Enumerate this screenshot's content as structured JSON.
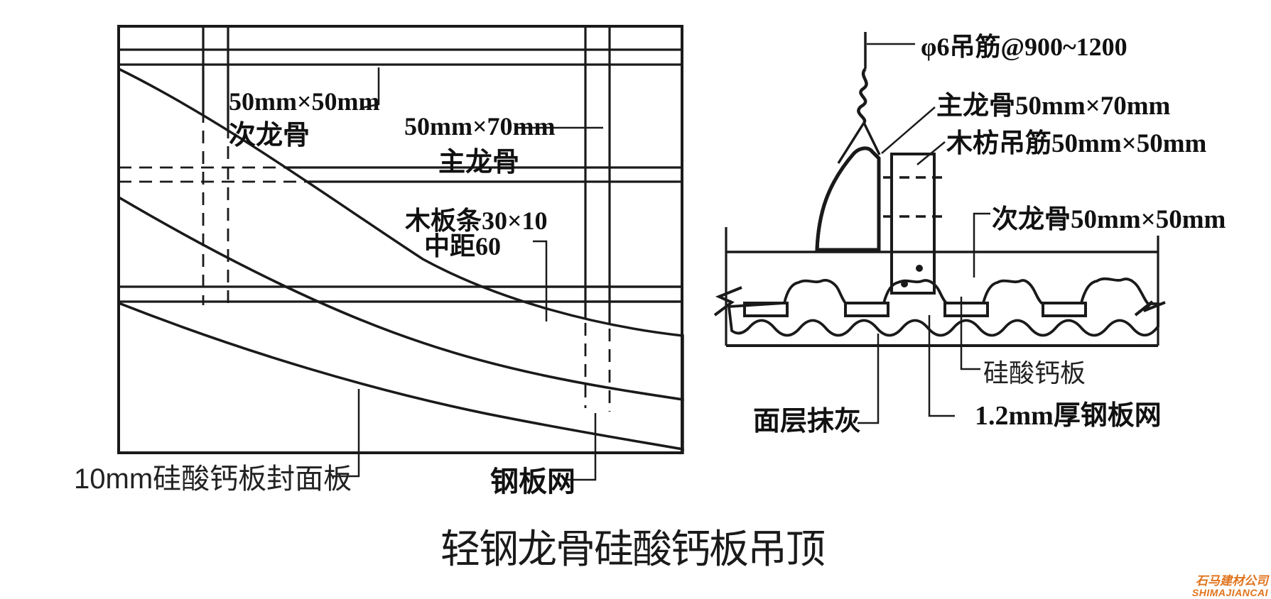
{
  "title": "轻钢龙骨硅酸钙板吊顶",
  "left_diagram": {
    "labels": {
      "secondary_keel_size": "50mm×50mm",
      "secondary_keel_name": "次龙骨",
      "main_keel_size": "50mm×70mm",
      "main_keel_name": "主龙骨",
      "wood_strip_line1": "木板条30×10",
      "wood_strip_line2": "中距60",
      "face_panel": "10mm硅酸钙板封面板",
      "steel_mesh": "钢板网"
    }
  },
  "right_diagram": {
    "labels": {
      "hanger_rod": "φ6吊筋@900~1200",
      "main_keel": "主龙骨50mm×70mm",
      "wood_hanger": "木枋吊筋50mm×50mm",
      "secondary_keel": "次龙骨50mm×50mm",
      "calcium_silicate_board": "硅酸钙板",
      "surface_plaster": "面层抹灰",
      "steel_mesh": "1.2mm厚钢板网"
    }
  },
  "watermark": {
    "company_cn": "石马建材公司",
    "company_en": "SHIMAJIANCAI",
    "color": "#e0731c"
  },
  "colors": {
    "ink": "#1a1a1a",
    "background": "#ffffff"
  }
}
